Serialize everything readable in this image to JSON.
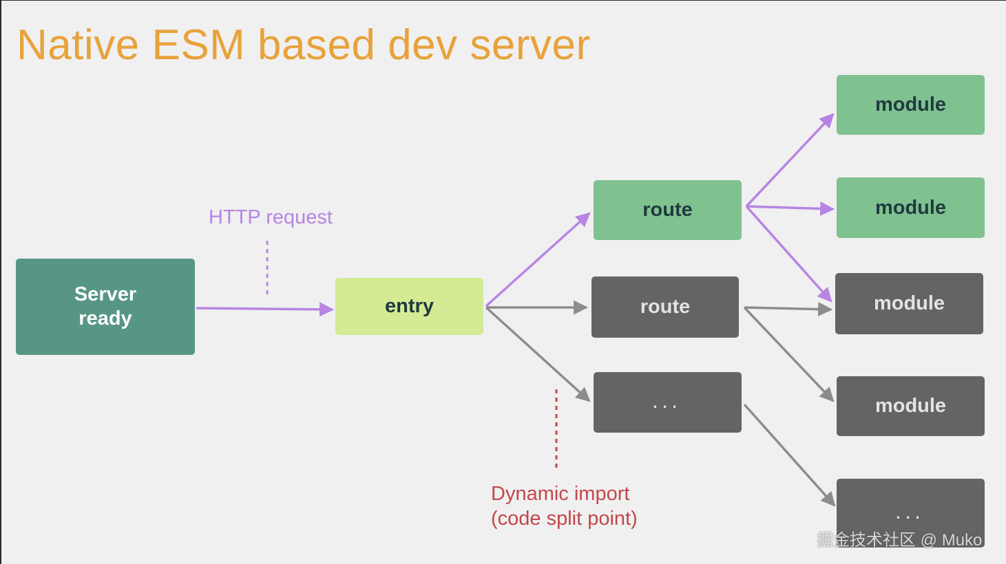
{
  "title": "Native ESM based dev server",
  "labels": {
    "http_request": "HTTP request",
    "dynamic_import_line1": "Dynamic import",
    "dynamic_import_line2": "(code split point)"
  },
  "nodes": {
    "server_line1": "Server",
    "server_line2": "ready",
    "entry": "entry",
    "route_active": "route",
    "route_inactive": "route",
    "ellipsis_middle": "...",
    "module_1": "module",
    "module_2": "module",
    "module_3": "module",
    "module_4": "module",
    "ellipsis_bottom": "..."
  },
  "watermark": "掘金技术社区 @ Muko",
  "colors": {
    "background": "#f0f0f0",
    "title": "#e8a23a",
    "server_box": "#579685",
    "entry_box": "#d4eb94",
    "active_box": "#80c190",
    "inactive_box": "#646464",
    "active_arrow": "#b784e3",
    "inactive_arrow": "#8c8c8c",
    "dynamic_import": "#c2474c"
  }
}
